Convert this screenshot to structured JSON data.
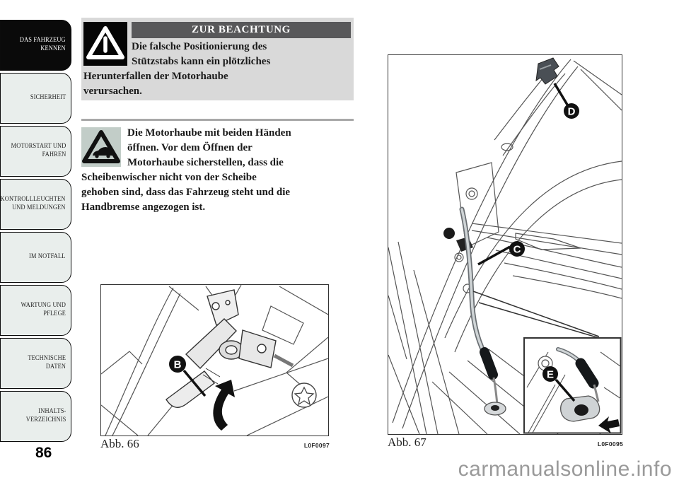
{
  "page": {
    "number": "86",
    "watermark": "carmanualsonline.info"
  },
  "sidebar": {
    "items": [
      {
        "label": "DAS FAHRZEUG\nKENNEN",
        "active": true
      },
      {
        "label": "SICHERHEIT",
        "active": false
      },
      {
        "label": "MOTORSTART UND\nFAHREN",
        "active": false
      },
      {
        "label": "KONTROLLLEUCHTEN\nUND MELDUNGEN",
        "active": false
      },
      {
        "label": "IM NOTFALL",
        "active": false
      },
      {
        "label": "WARTUNG UND\nPFLEGE",
        "active": false
      },
      {
        "label": "TECHNISCHE\nDATEN",
        "active": false
      },
      {
        "label": "INHALTS-\nVERZEICHNIS",
        "active": false
      }
    ]
  },
  "warning": {
    "title": "ZUR BEACHTUNG",
    "body": "Die falsche Positionierung des\nStützstabs kann ein plötzliches\nHerunterfallen der Motorhaube\nverursachen."
  },
  "instruction": {
    "body": "Die Motorhaube mit beiden Händen\nöffnen. Vor dem Öffnen der\nMotorhaube sicherstellen, dass die\nScheibenwischer nicht von der Scheibe\ngehoben sind, dass das Fahrzeug steht und die\nHandbremse angezogen ist."
  },
  "figures": {
    "fig66": {
      "caption": "Abb. 66",
      "code": "L0F0097",
      "label_b": "B"
    },
    "fig67": {
      "caption": "Abb. 67",
      "code": "L0F0095",
      "label_c": "C",
      "label_d": "D",
      "label_e": "E"
    }
  },
  "colors": {
    "warning_box_bg": "#d9d9d9",
    "warning_header_bg": "#58585a",
    "tab_bg": "#e9eeec",
    "tab_active_bg": "#0a0a0a",
    "car_icon_bg": "#c2cdc8",
    "rule": "#a8a8a8",
    "watermark": "#9a9a9a"
  }
}
